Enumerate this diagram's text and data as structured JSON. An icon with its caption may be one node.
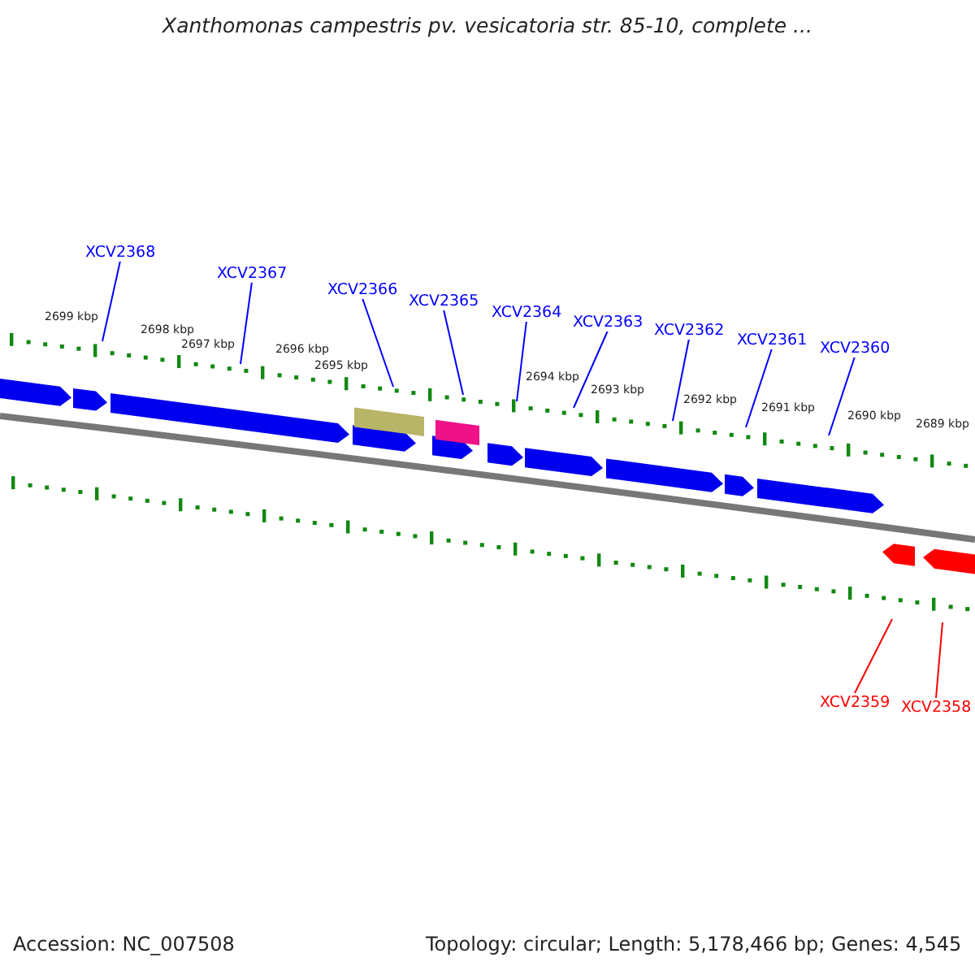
{
  "diagram": {
    "title": "Xanthomonas campestris pv. vesicatoria str. 85-10, complete ...",
    "nodes": [
      {
        "text": [
          "XCV2368"
        ]
      },
      {
        "text": [
          "XCV2367"
        ]
      },
      {
        "text": [
          "XCV2366"
        ]
      },
      {
        "text": [
          "XCV2365"
        ]
      },
      {
        "text": [
          "XCV2364"
        ]
      },
      {
        "text": [
          "XCV2363"
        ]
      },
      {
        "text": [
          "XCV2362"
        ]
      },
      {
        "text": [
          "XCV2361"
        ]
      },
      {
        "text": [
          "XCV2360"
        ]
      },
      {
        "text": [
          "XCV2359"
        ]
      },
      {
        "text": [
          "XCV2358"
        ]
      }
    ],
    "edges": [
      {
        "from": 0,
        "to": null,
        "arrow": "none"
      },
      {
        "from": 1,
        "to": null,
        "arrow": "none"
      },
      {
        "from": 2,
        "to": null,
        "arrow": "none"
      },
      {
        "from": 3,
        "to": null,
        "arrow": "none"
      },
      {
        "from": 4,
        "to": null,
        "arrow": "none"
      },
      {
        "from": 5,
        "to": null,
        "arrow": "none"
      },
      {
        "from": 6,
        "to": null,
        "arrow": "none"
      },
      {
        "from": 7,
        "to": null,
        "arrow": "none"
      },
      {
        "from": 8,
        "to": null,
        "arrow": "none"
      },
      {
        "from": 9,
        "to": null,
        "arrow": "none",
        "color": "#ff0000"
      },
      {
        "from": 10,
        "to": null,
        "arrow": "none",
        "color": "#ff0000"
      }
    ],
    "labels": [
      "2699 kbp",
      "2698 kbp",
      "2697 kbp",
      "2696 kbp",
      "2695 kbp",
      "2694 kbp",
      "2693 kbp",
      "2692 kbp",
      "2691 kbp",
      "2690 kbp",
      "2689 kbp",
      "Accession: NC_007508",
      "Topology: circular; Length: 5,178,466 bp; Genes: 4,545"
    ]
  }
}
